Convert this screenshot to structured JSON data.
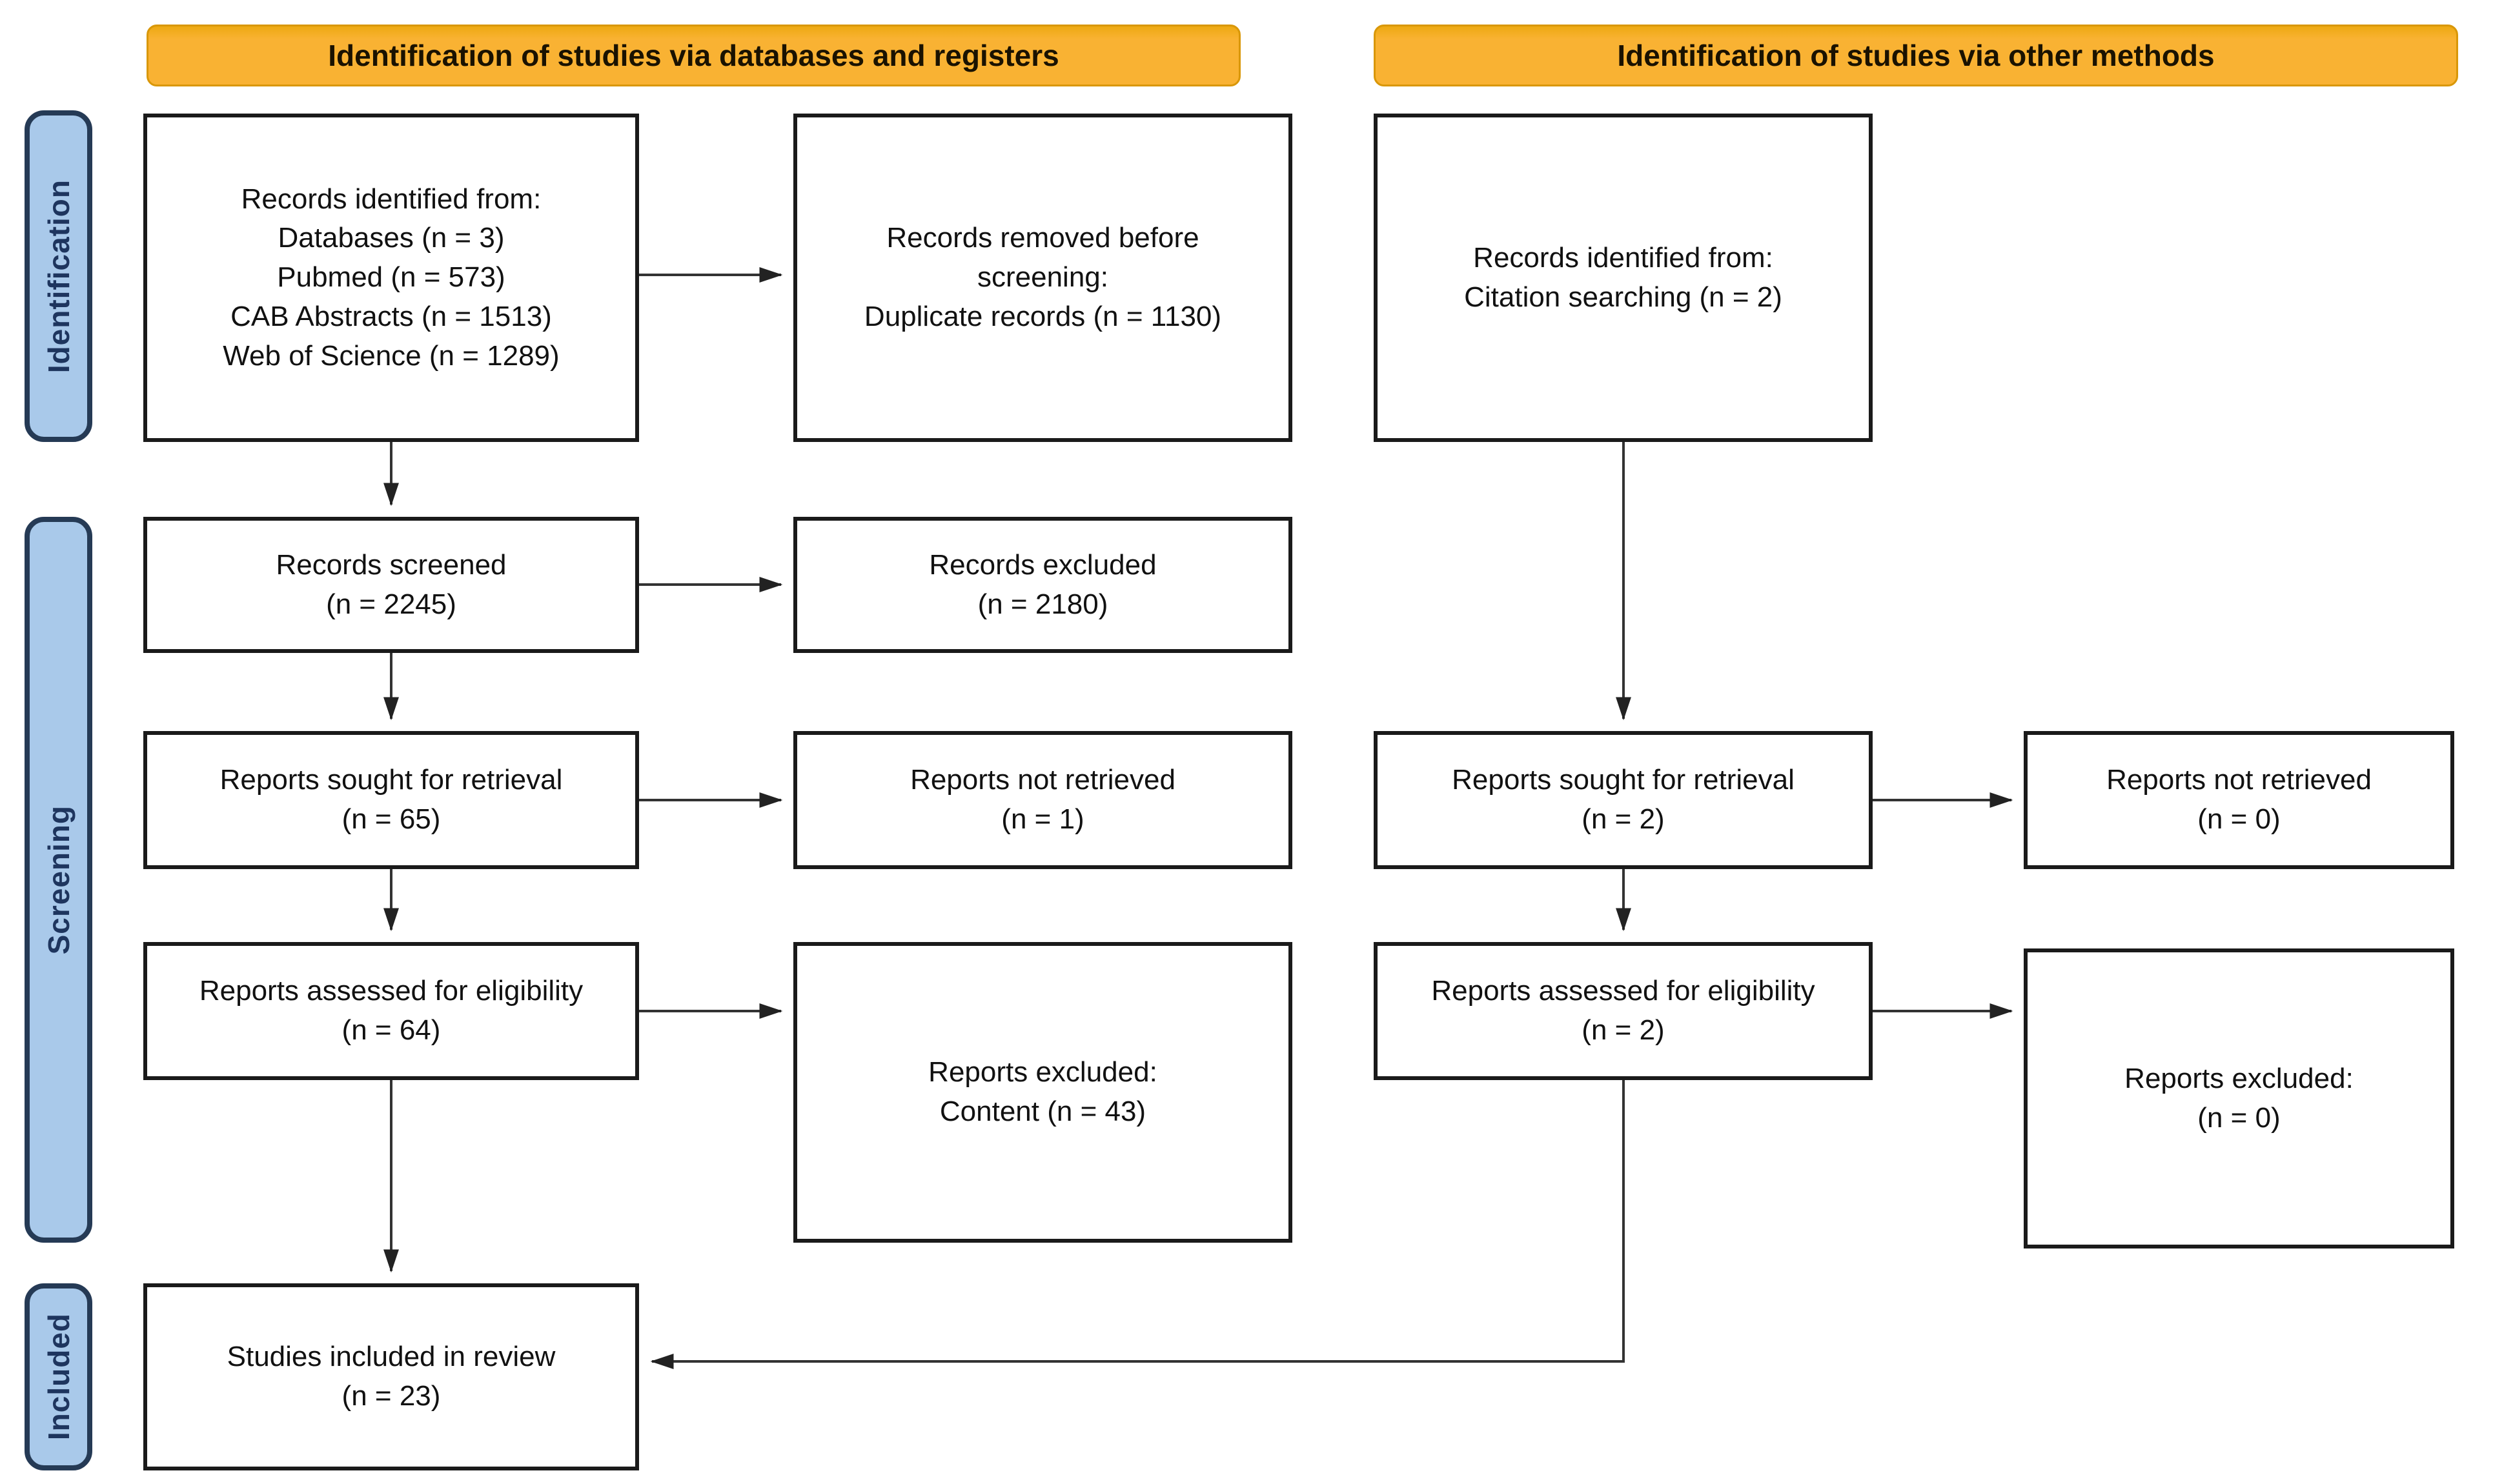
{
  "headers": {
    "databases": {
      "label": "Identification of studies via databases and registers"
    },
    "other": {
      "label": "Identification of studies via other methods"
    }
  },
  "stages": {
    "identification": {
      "label": "Identification"
    },
    "screening": {
      "label": "Screening"
    },
    "included": {
      "label": "Included"
    }
  },
  "boxes": {
    "records_identified_db": {
      "text": "Records identified from:\nDatabases (n = 3)\nPubmed (n = 573)\nCAB Abstracts (n = 1513)\nWeb of Science (n = 1289)"
    },
    "records_removed": {
      "text": "Records removed before\nscreening:\nDuplicate records (n = 1130)"
    },
    "records_identified_other": {
      "text": "Records identified from:\nCitation searching (n = 2)"
    },
    "records_screened": {
      "text": "Records screened\n(n = 2245)"
    },
    "records_excluded": {
      "text": "Records excluded\n(n = 2180)"
    },
    "reports_sought_db": {
      "text": "Reports sought for retrieval\n(n = 65)"
    },
    "reports_not_retrieved_db": {
      "text": "Reports not retrieved\n(n = 1)"
    },
    "reports_sought_other": {
      "text": "Reports sought for retrieval\n(n = 2)"
    },
    "reports_not_retrieved_other": {
      "text": "Reports not retrieved\n(n = 0)"
    },
    "reports_assessed_db": {
      "text": "Reports assessed for eligibility\n(n = 64)"
    },
    "reports_excluded_db": {
      "text": "Reports excluded:\nContent (n = 43)"
    },
    "reports_assessed_other": {
      "text": "Reports assessed for eligibility\n(n = 2)"
    },
    "reports_excluded_other": {
      "text": "Reports excluded:\n(n = 0)"
    },
    "studies_included": {
      "text": "Studies included in review\n(n = 23)"
    }
  },
  "colors": {
    "header_fill": "#f9b233",
    "stage_fill": "#a9c9ea",
    "stage_text": "#1e355e",
    "box_border": "#1a1a1a",
    "connector": "#333333"
  }
}
